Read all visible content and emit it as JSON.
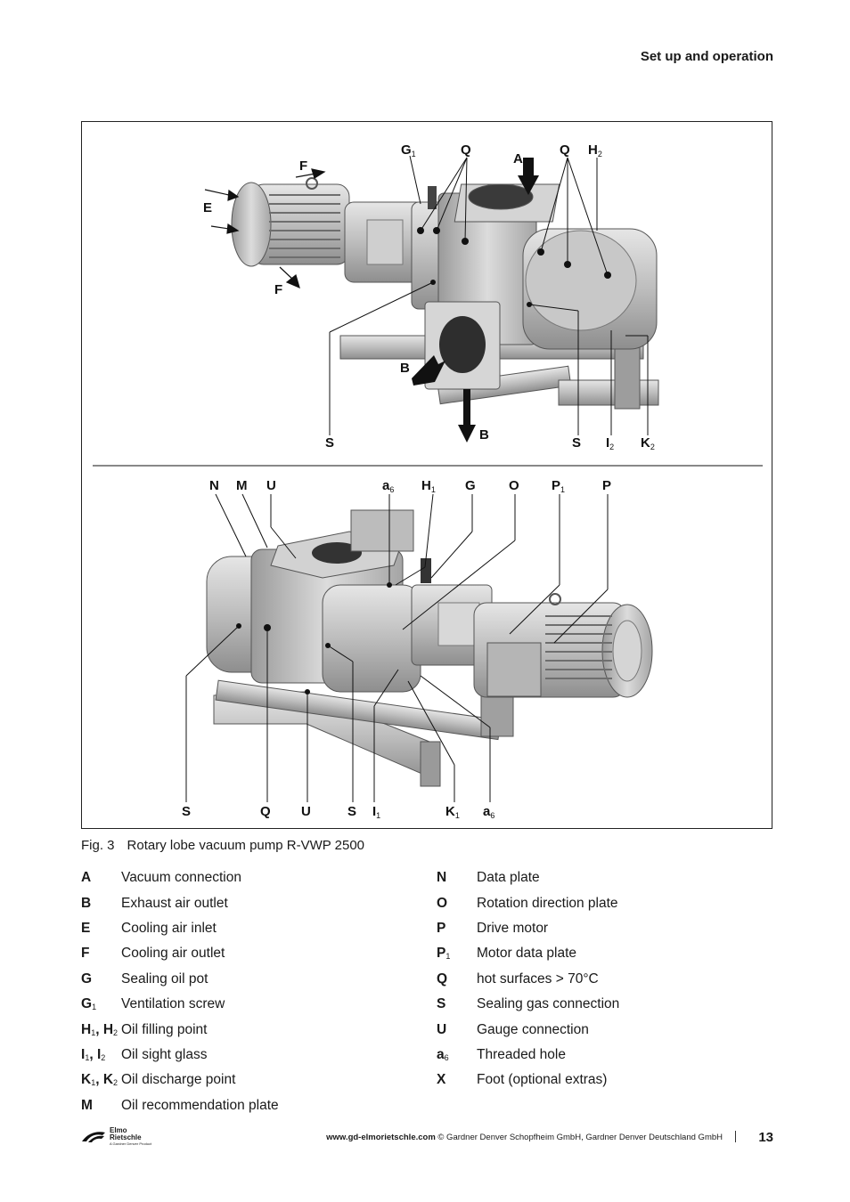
{
  "header": {
    "section_title": "Set up and operation"
  },
  "figure": {
    "number": "Fig. 3",
    "caption": "Rotary lobe vacuum pump  R-VWP 2500",
    "top_labels": {
      "G1": "G",
      "Q1": "Q",
      "A": "A",
      "Q2": "Q",
      "H2": "H",
      "F1": "F",
      "E": "E",
      "F2": "F",
      "B1": "B",
      "S1": "S",
      "B2": "B",
      "S2": "S",
      "I2": "I",
      "K2": "K"
    },
    "bottom_labels": {
      "N": "N",
      "M": "M",
      "U1": "U",
      "a6_1": "a",
      "H1": "H",
      "G": "G",
      "O": "O",
      "P1": "P",
      "P": "P",
      "S1": "S",
      "Q": "Q",
      "U2": "U",
      "S2": "S",
      "I1": "I",
      "K1": "K",
      "a6_2": "a"
    }
  },
  "legend": {
    "left": [
      {
        "code": "A",
        "sub": "",
        "code2": "",
        "sub2": "",
        "desc": "Vacuum connection"
      },
      {
        "code": "B",
        "sub": "",
        "code2": "",
        "sub2": "",
        "desc": "Exhaust air outlet"
      },
      {
        "code": "E",
        "sub": "",
        "code2": "",
        "sub2": "",
        "desc": "Cooling air inlet"
      },
      {
        "code": "F",
        "sub": "",
        "code2": "",
        "sub2": "",
        "desc": "Cooling air outlet"
      },
      {
        "code": "G",
        "sub": "",
        "code2": "",
        "sub2": "",
        "desc": "Sealing oil pot"
      },
      {
        "code": "G",
        "sub": "1",
        "code2": "",
        "sub2": "",
        "desc": "Ventilation screw"
      },
      {
        "code": "H",
        "sub": "1",
        "code2": "H",
        "sub2": "2",
        "desc": "Oil filling point"
      },
      {
        "code": "I",
        "sub": "1",
        "code2": "I",
        "sub2": "2",
        "desc": "Oil sight glass"
      },
      {
        "code": "K",
        "sub": "1",
        "code2": "K",
        "sub2": "2",
        "desc": "Oil discharge point"
      },
      {
        "code": "M",
        "sub": "",
        "code2": "",
        "sub2": "",
        "desc": "Oil recommendation plate"
      }
    ],
    "right": [
      {
        "code": "N",
        "sub": "",
        "desc": "Data plate"
      },
      {
        "code": "O",
        "sub": "",
        "desc": "Rotation direction plate"
      },
      {
        "code": "P",
        "sub": "",
        "desc": "Drive motor"
      },
      {
        "code": "P",
        "sub": "1",
        "desc": "Motor data plate"
      },
      {
        "code": "Q",
        "sub": "",
        "desc": "hot surfaces > 70°C"
      },
      {
        "code": "S",
        "sub": "",
        "desc": "Sealing gas connection"
      },
      {
        "code": "U",
        "sub": "",
        "desc": "Gauge connection"
      },
      {
        "code": "a",
        "sub": "6",
        "desc": "Threaded hole"
      },
      {
        "code": "X",
        "sub": "",
        "desc": "Foot (optional extras)"
      }
    ]
  },
  "footer": {
    "logo_line1": "Elmo",
    "logo_line2": "Rietschle",
    "logo_tagline": "A Gardner Denver Product",
    "url": "www.gd-elmorietschle.com",
    "copyright": " © Gardner Denver Schopfheim GmbH, Gardner Denver Deutschland GmbH",
    "page_number": "13"
  }
}
